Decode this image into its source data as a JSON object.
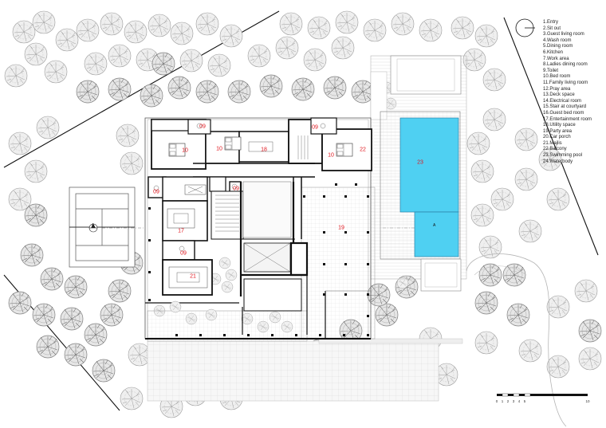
{
  "legend": [
    "1.Entry",
    "2.Sit out",
    "3.Guest living room",
    "4.Wash room",
    "5.Dining room",
    "6.Kitchen",
    "7.Work area",
    "8.Ladies dining room",
    "9.Toilet",
    "10.Bed room",
    "11.Family living room",
    "12.Pray area",
    "13.Deck space",
    "14.Electrical room",
    "15.Stair at courtyard",
    "16.Guest bed room",
    "17.Entertainment room",
    "18.Utility space",
    "19.Party area",
    "20.Car porch",
    "21.Majlis",
    "22.Balcony",
    "23.Swimming pool",
    "24.Waterbody"
  ],
  "room_labels": [
    {
      "id": "toilet-a",
      "text": "09"
    },
    {
      "id": "bed-a",
      "text": "10"
    },
    {
      "id": "bed-b",
      "text": "10"
    },
    {
      "id": "utility",
      "text": "18"
    },
    {
      "id": "toilet-b",
      "text": "09"
    },
    {
      "id": "bed-c",
      "text": "10"
    },
    {
      "id": "balcony",
      "text": "22"
    },
    {
      "id": "pool",
      "text": "23"
    },
    {
      "id": "toilet-c",
      "text": "09"
    },
    {
      "id": "toilet-d",
      "text": "09"
    },
    {
      "id": "entertainment",
      "text": "17"
    },
    {
      "id": "party",
      "text": "19"
    },
    {
      "id": "toilet-e",
      "text": "09"
    },
    {
      "id": "majlis",
      "text": "21"
    }
  ],
  "section_marks": [
    {
      "id": "left",
      "text": "A"
    },
    {
      "id": "right",
      "text": "A"
    }
  ],
  "scale_ticks": [
    "0",
    "1",
    "2",
    "3",
    "4",
    "5",
    "",
    "10"
  ],
  "colors": {
    "room_number": "#e0141c",
    "wall": "#111111",
    "tree": "#9a9a9a",
    "pool": "#4fd0f2"
  }
}
